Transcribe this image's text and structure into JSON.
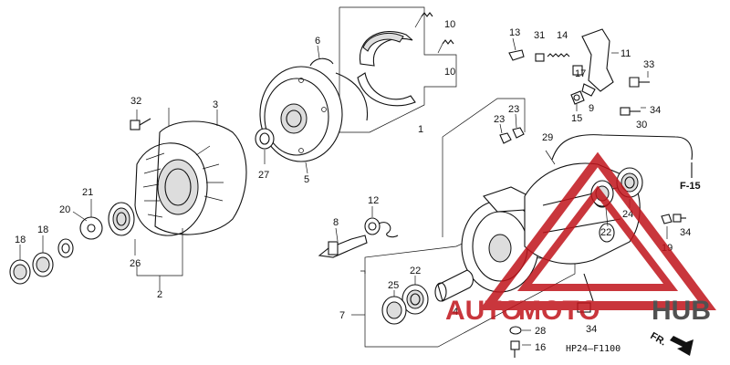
{
  "diagram": {
    "code": "HP24—F1100",
    "ref_label": "F-15",
    "direction_label": "FR.",
    "callouts": [
      "1",
      "2",
      "3",
      "4",
      "5",
      "6",
      "7",
      "8",
      "9",
      "10",
      "10",
      "11",
      "12",
      "13",
      "14",
      "15",
      "16",
      "17",
      "18",
      "18",
      "19",
      "20",
      "21",
      "22",
      "22",
      "23",
      "23",
      "24",
      "24",
      "25",
      "26",
      "27",
      "28",
      "29",
      "30",
      "31",
      "32",
      "33",
      "34",
      "34",
      "34"
    ]
  },
  "watermark": {
    "brand_a": "AUTO",
    "brand_b": "MOTO",
    "brand_c": "HUB",
    "accent_color": "#c0141b",
    "dark_color": "#333333"
  }
}
